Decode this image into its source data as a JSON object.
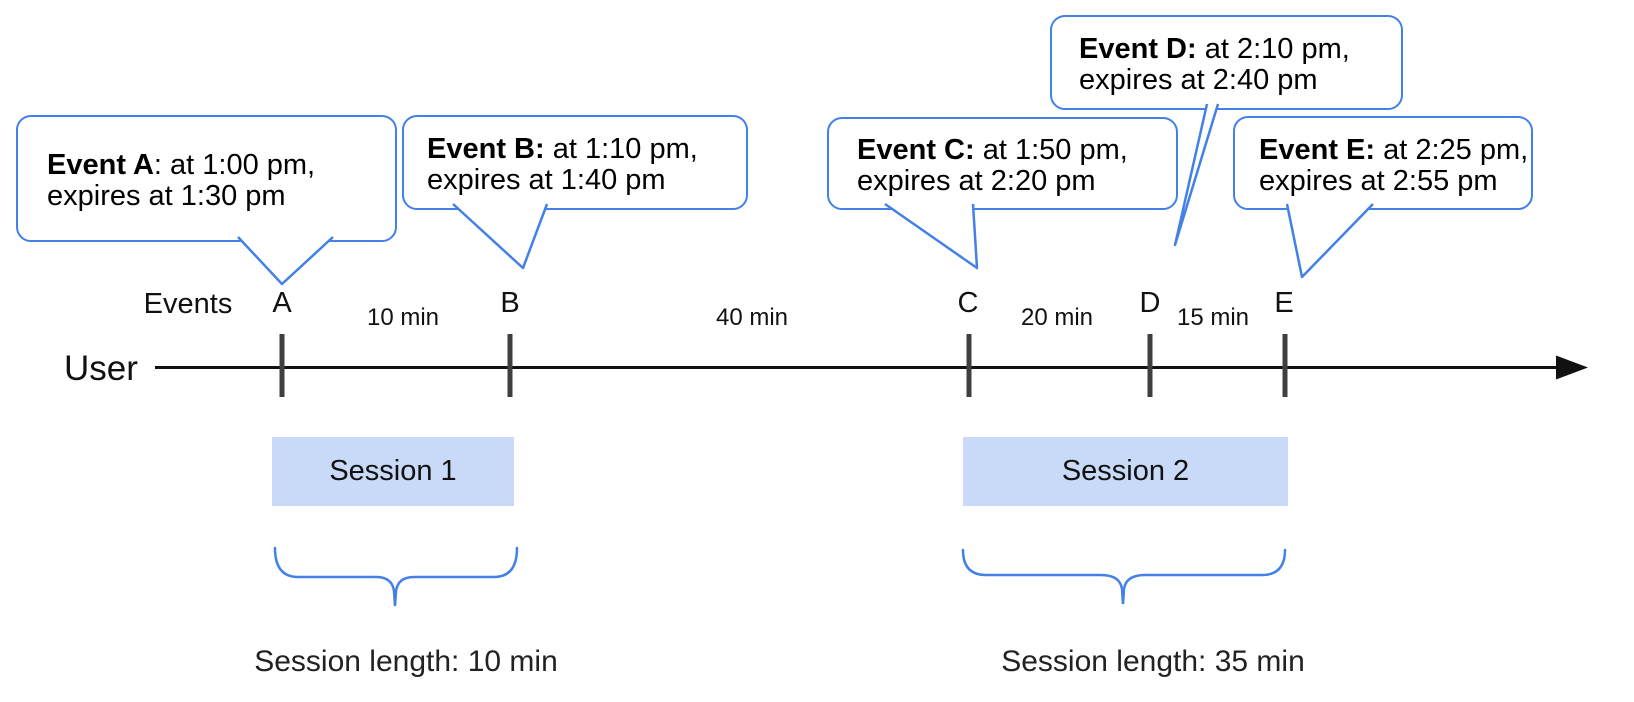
{
  "axis": {
    "user_label": "User",
    "events_label": "Events"
  },
  "events": [
    "A",
    "B",
    "C",
    "D",
    "E"
  ],
  "intervals": [
    "10 min",
    "40 min",
    "20 min",
    "15 min"
  ],
  "bubbles": [
    {
      "bold": "Event A",
      "rest": ": at 1:00 pm,",
      "line2": "expires at 1:30 pm"
    },
    {
      "bold": "Event B:",
      "rest": " at 1:10 pm,",
      "line2": "expires at 1:40 pm"
    },
    {
      "bold": "Event C:",
      "rest": " at 1:50 pm,",
      "line2": "expires at 2:20 pm"
    },
    {
      "bold": "Event D:",
      "rest": " at 2:10 pm,",
      "line2": "expires at 2:40 pm"
    },
    {
      "bold": "Event E:",
      "rest": " at 2:25 pm,",
      "line2": "expires at 2:55 pm"
    }
  ],
  "sessions": [
    {
      "label": "Session 1",
      "length_label": "Session length: 10 min"
    },
    {
      "label": "Session 2",
      "length_label": "Session length: 35 min"
    }
  ],
  "colors": {
    "accent_blue": "#4380e8",
    "session_fill": "#c9daf8",
    "tick_gray": "#3f3f3f",
    "timeline_black": "#111111"
  }
}
